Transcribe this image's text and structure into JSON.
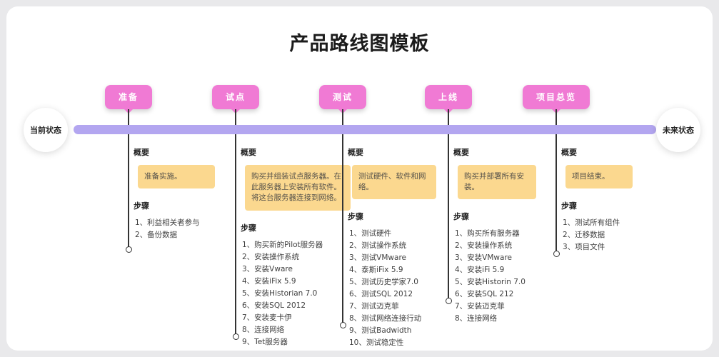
{
  "title": "产品路线图模板",
  "timeline": {
    "start_label": "当前状态",
    "end_label": "未来状态"
  },
  "colors": {
    "timeline_bar": "#b3a6f0",
    "milestone_tag": "#f07ad4",
    "note_bg": "#fbd88f"
  },
  "milestones": [
    {
      "label": "准备",
      "summary_heading": "概要",
      "summary": "准备实施。",
      "steps_heading": "步骤",
      "steps": [
        "1、利益相关者参与",
        "2、备份数据"
      ]
    },
    {
      "label": "试点",
      "summary_heading": "概要",
      "summary": "购买并组装试点服务器。在此服务器上安装所有软件。将这台服务器连接到网络。",
      "steps_heading": "步骤",
      "steps": [
        "1、购买新的Pilot服务器",
        "2、安装操作系统",
        "3、安装Vware",
        "4、安装iFix 5.9",
        "5、安装Historian 7.0",
        "6、安装SQL 2012",
        "7、安装麦卡伊",
        "8、连接网络",
        "9、Tet服务器"
      ]
    },
    {
      "label": "测试",
      "summary_heading": "概要",
      "summary": "测试硬件、软件和网络。",
      "steps_heading": "步骤",
      "steps": [
        "1、测试硬件",
        "2、测试操作系统",
        "3、测试VMware",
        "4、泰斯iFix 5.9",
        "5、测试历史学家7.0",
        "6、测试SQL 2012",
        "7、测试迈克菲",
        "8、测试网络连接行动",
        "9、测试Badwidth",
        "10、测试稳定性"
      ]
    },
    {
      "label": "上线",
      "summary_heading": "概要",
      "summary": "购买并部署所有安装。",
      "steps_heading": "步骤",
      "steps": [
        "1、购买所有服务器",
        "2、安装操作系统",
        "3、安装VMware",
        "4、安装iFi 5.9",
        "5、安装Historin 7.0",
        "6、安装SQL 212",
        "7、安装迈克菲",
        "8、连接网络"
      ]
    },
    {
      "label": "项目总览",
      "summary_heading": "概要",
      "summary": "项目结束。",
      "steps_heading": "步骤",
      "steps": [
        "1、测试所有组件",
        "2、迁移数据",
        "3、项目文件"
      ]
    }
  ]
}
